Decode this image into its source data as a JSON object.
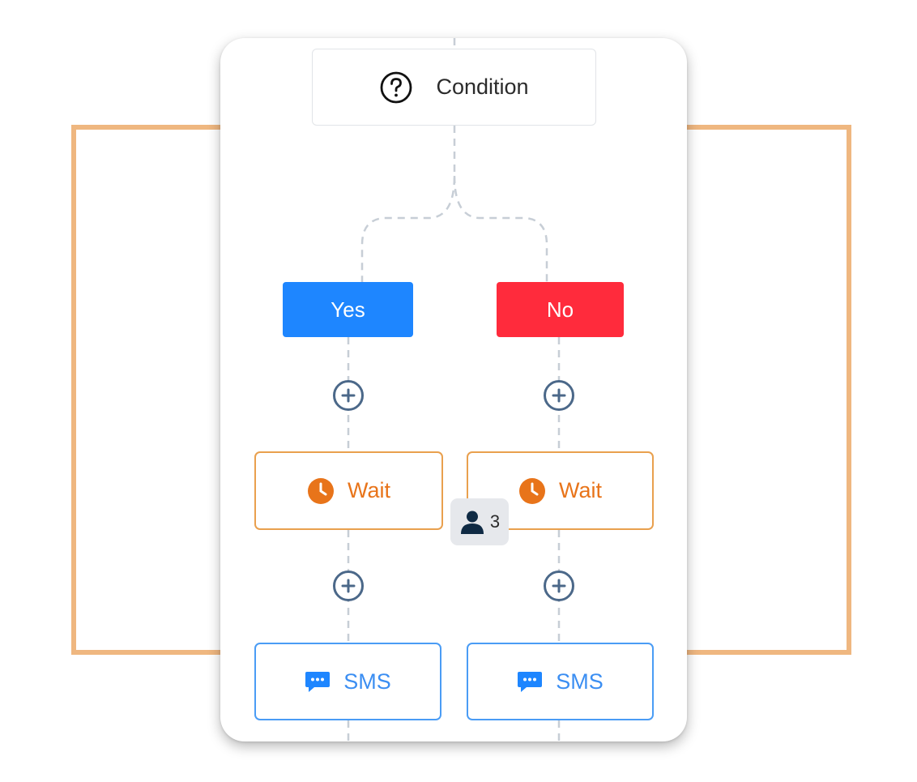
{
  "flow": {
    "condition": {
      "label": "Condition",
      "icon": "question-circle-icon"
    },
    "branches": {
      "yes": {
        "label": "Yes",
        "color": "#1e86ff"
      },
      "no": {
        "label": "No",
        "color": "#ff2b3c"
      }
    },
    "steps": {
      "wait_left": {
        "label": "Wait",
        "icon": "clock-icon"
      },
      "wait_right": {
        "label": "Wait",
        "icon": "clock-icon"
      },
      "sms_left": {
        "label": "SMS",
        "icon": "chat-bubble-icon"
      },
      "sms_right": {
        "label": "SMS",
        "icon": "chat-bubble-icon"
      }
    },
    "user_badge": {
      "count": "3",
      "icon": "user-icon"
    }
  },
  "colors": {
    "frame": "#efb780",
    "connector": "#c7ced6",
    "add_button": "#4b6889",
    "wait": "#e8741a",
    "sms": "#3b8ef2"
  }
}
